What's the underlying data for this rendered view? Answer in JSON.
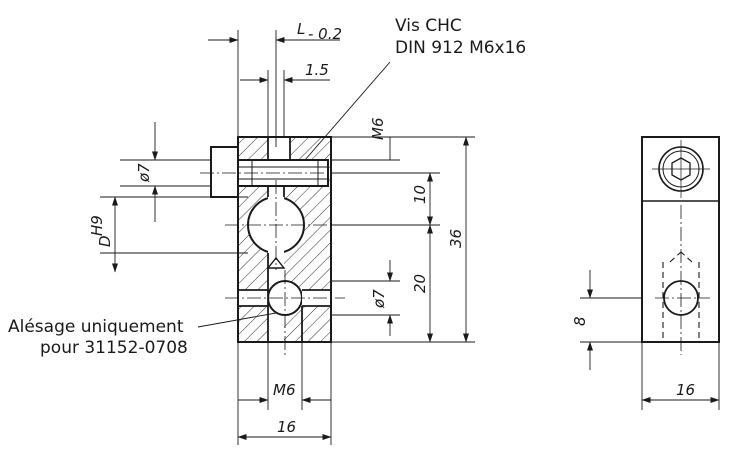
{
  "callouts": {
    "screw_line1": "Vis CHC",
    "screw_line2": "DIN 912 M6x16",
    "bore_line1": "Alésage uniquement",
    "bore_line2": "pour 31152-0708"
  },
  "dimensions": {
    "L": "L",
    "L_tol": "- 0.2",
    "d1_5": "1.5",
    "m6_top": "M6",
    "dia7_top": "ø7",
    "dh9_D": "D",
    "dh9_sup": "H9",
    "d10": "10",
    "d36": "36",
    "d20": "20",
    "dia7_bottom": "ø7",
    "m6_bottom": "M6",
    "d16_front": "16",
    "d8_side": "8",
    "d16_side": "16"
  },
  "colors": {
    "line": "#1a1a1a",
    "background": "#ffffff"
  }
}
